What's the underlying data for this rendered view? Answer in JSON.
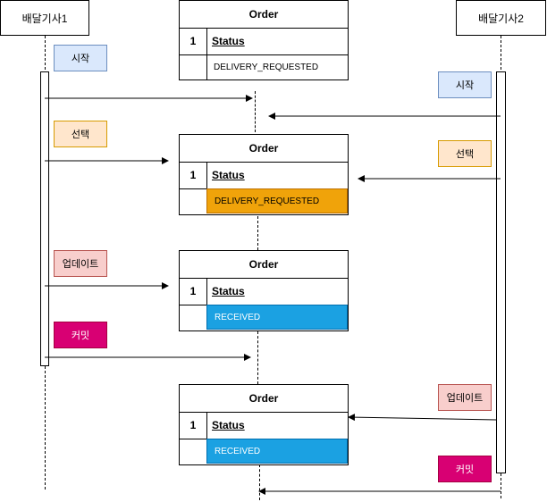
{
  "actors": {
    "driver1": "배달기사1",
    "driver2": "배달기사2"
  },
  "tables": [
    {
      "title": "Order",
      "key": "1",
      "field": "Status",
      "value": "DELIVERY_REQUESTED",
      "style": "plain"
    },
    {
      "title": "Order",
      "key": "1",
      "field": "Status",
      "value": "DELIVERY_REQUESTED",
      "style": "orange"
    },
    {
      "title": "Order",
      "key": "1",
      "field": "Status",
      "value": "RECEIVED",
      "style": "blue"
    },
    {
      "title": "Order",
      "key": "1",
      "field": "Status",
      "value": "RECEIVED",
      "style": "blue"
    }
  ],
  "notes": {
    "d1_start": "시작",
    "d1_select": "선택",
    "d1_update": "업데이트",
    "d1_commit": "커밋",
    "d2_start": "시작",
    "d2_select": "선택",
    "d2_update": "업데이트",
    "d2_commit": "커밋"
  },
  "colors": {
    "start_fill": "#dae8fc",
    "select_fill": "#ffe6cc",
    "update_fill": "#f8cecc",
    "commit_fill": "#d80073",
    "orange_value": "#f0a30a",
    "blue_value": "#1ba1e2"
  }
}
